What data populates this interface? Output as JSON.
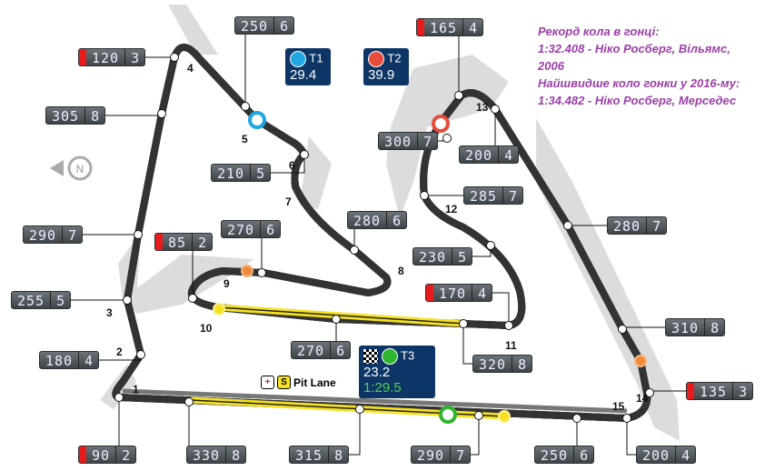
{
  "record": {
    "title": "Рекорд кола в гонці:",
    "line1": "1:32.408 - Ніко Росберг, Вільямс,",
    "line2": "2006",
    "title2": "Найшвидше коло гонки у 2016-му:",
    "line3": "1:34.482 - Ніко Росберг, Мерседес"
  },
  "pit_lane": {
    "label": "Pit Lane",
    "icon1": "+",
    "icon2": "S"
  },
  "sectors": [
    {
      "label": "T1",
      "time": "29.4",
      "color": "#1ea7e1"
    },
    {
      "label": "T2",
      "time": "39.9",
      "color": "#e84c3d"
    },
    {
      "label": "T3",
      "time": "23.2",
      "lap": "1:29.5",
      "color": "#2fb52f"
    }
  ],
  "turns": [
    "1",
    "2",
    "3",
    "4",
    "5",
    "6",
    "7",
    "8",
    "9",
    "10",
    "11",
    "12",
    "13",
    "14",
    "15"
  ],
  "speeds": [
    {
      "speed": "120",
      "gear": "3",
      "brake": true
    },
    {
      "speed": "305",
      "gear": "8",
      "brake": false
    },
    {
      "speed": "250",
      "gear": "6",
      "brake": false
    },
    {
      "speed": "210",
      "gear": "5",
      "brake": false
    },
    {
      "speed": "290",
      "gear": "7",
      "brake": false
    },
    {
      "speed": "255",
      "gear": "5",
      "brake": false
    },
    {
      "speed": "180",
      "gear": "4",
      "brake": false
    },
    {
      "speed": "90",
      "gear": "2",
      "brake": true
    },
    {
      "speed": "330",
      "gear": "8",
      "brake": false
    },
    {
      "speed": "315",
      "gear": "8",
      "brake": false
    },
    {
      "speed": "290",
      "gear": "7",
      "brake": false
    },
    {
      "speed": "250",
      "gear": "6",
      "brake": false
    },
    {
      "speed": "200",
      "gear": "4",
      "brake": false
    },
    {
      "speed": "135",
      "gear": "3",
      "brake": true
    },
    {
      "speed": "310",
      "gear": "8",
      "brake": false
    },
    {
      "speed": "280",
      "gear": "7",
      "brake": false
    },
    {
      "speed": "165",
      "gear": "4",
      "brake": true
    },
    {
      "speed": "300",
      "gear": "7",
      "brake": false
    },
    {
      "speed": "200",
      "gear": "4",
      "brake": false
    },
    {
      "speed": "285",
      "gear": "7",
      "brake": false
    },
    {
      "speed": "230",
      "gear": "5",
      "brake": false
    },
    {
      "speed": "280",
      "gear": "6",
      "brake": false
    },
    {
      "speed": "270",
      "gear": "6",
      "brake": false
    },
    {
      "speed": "85",
      "gear": "2",
      "brake": true
    },
    {
      "speed": "170",
      "gear": "4",
      "brake": true
    },
    {
      "speed": "320",
      "gear": "8",
      "brake": false
    },
    {
      "speed": "270",
      "gear": "6",
      "brake": false
    }
  ],
  "compass": "N"
}
